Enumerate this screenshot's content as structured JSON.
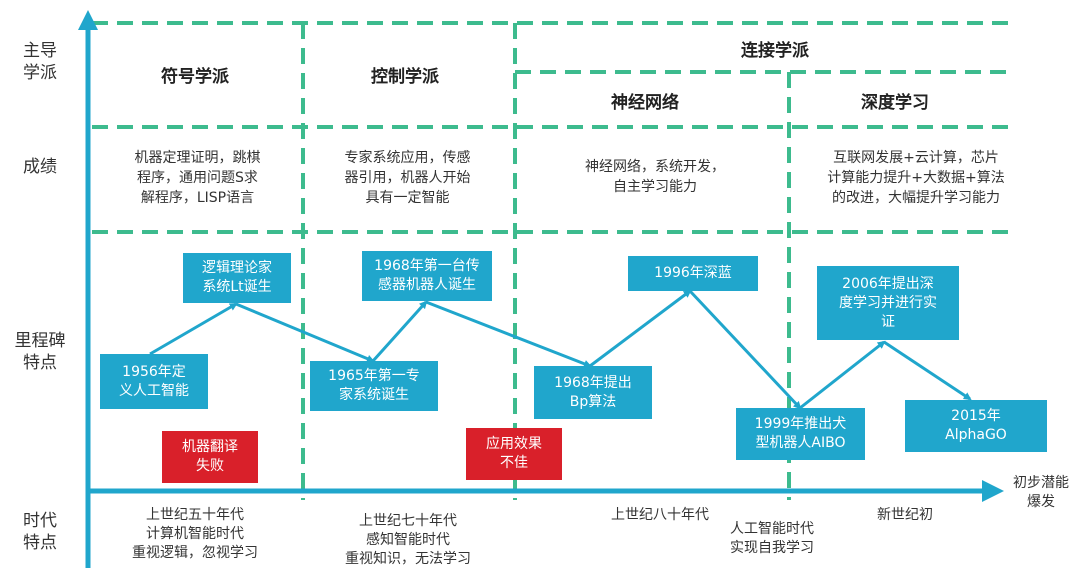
{
  "row_labels": {
    "school": "主导\n学派",
    "achievement": "成绩",
    "milestone": "里程碑\n特点",
    "era": "时代\n特点"
  },
  "schools": {
    "symbolic": "符号学派",
    "control": "控制学派",
    "connection": "连接学派",
    "neural_network": "神经网络",
    "deep_learning": "深度学习"
  },
  "achievements": {
    "symbolic": "机器定理证明，跳棋\n程序，通用问题S求\n解程序，LISP语言",
    "control": "专家系统应用，传感\n器引用，机器人开始\n具有一定智能",
    "neural_network": "神经网络，系统开发，\n自主学习能力",
    "deep_learning": "互联网发展+云计算，芯片\n计算能力提升+大数据+算法\n的改进，大幅提升学习能力"
  },
  "milestones": [
    {
      "id": "ms-1956",
      "text": "1956年定\n义人工智能"
    },
    {
      "id": "ms-logic-theorist",
      "text": "逻辑理论家\n系统Lt诞生"
    },
    {
      "id": "ms-1965",
      "text": "1965年第一专\n家系统诞生"
    },
    {
      "id": "ms-1968-robot",
      "text": "1968年第一台传\n感器机器人诞生"
    },
    {
      "id": "ms-1968-bp",
      "text": "1968年提出\nBp算法"
    },
    {
      "id": "ms-1996",
      "text": "1996年深蓝"
    },
    {
      "id": "ms-1999",
      "text": "1999年推出犬\n型机器人AIBO"
    },
    {
      "id": "ms-2006",
      "text": "2006年提出深\n度学习并进行实\n证"
    },
    {
      "id": "ms-2015",
      "text": "2015年\nAlphaGO"
    }
  ],
  "failures": {
    "translation": "机器翻译\n失败",
    "application": "应用效果\n不佳"
  },
  "eras": {
    "fifties": "上世纪五十年代\n计算机智能时代\n重视逻辑，忽视学习",
    "seventies": "上世纪七十年代\n感知智能时代\n重视知识，无法学习",
    "eighties": "上世纪八十年代",
    "self_learning": "人工智能时代\n实现自我学习",
    "new_century": "新世纪初"
  },
  "axis_end": "初步潜能\n爆发",
  "colors": {
    "axis": "#20a6cc",
    "grid": "#3dbb8e",
    "milestone": "#20a6cc",
    "failure": "#d9202a"
  }
}
